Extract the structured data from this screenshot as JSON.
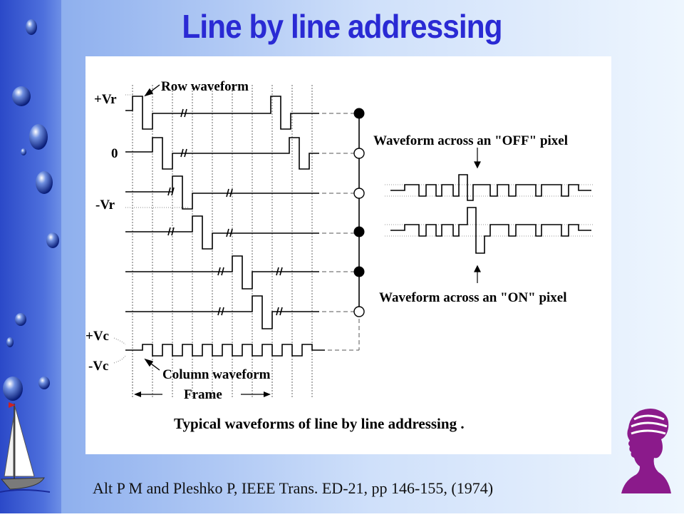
{
  "slide": {
    "title": "Line by line addressing",
    "citation": "Alt P M and Pleshko P, IEEE Trans. ED-21, pp 146-155, (1974)"
  },
  "diagram": {
    "labels": {
      "vr_plus": "+Vr",
      "zero": "0",
      "vr_minus": "-Vr",
      "vc_plus": "+Vc",
      "vc_minus": "-Vc",
      "row_waveform": "Row waveform",
      "column_waveform": "Column waveform",
      "frame": "Frame",
      "off_pixel": "Waveform across an \"OFF\" pixel",
      "on_pixel": "Waveform across an \"ON\" pixel",
      "caption": "Typical waveforms of  line by line addressing ."
    },
    "pixels": [
      "on",
      "off",
      "off",
      "on",
      "on",
      "off"
    ]
  },
  "colors": {
    "title": "#2a2ad4",
    "sidebar": "#3556d0",
    "silhouette": "#8b1a8b"
  }
}
